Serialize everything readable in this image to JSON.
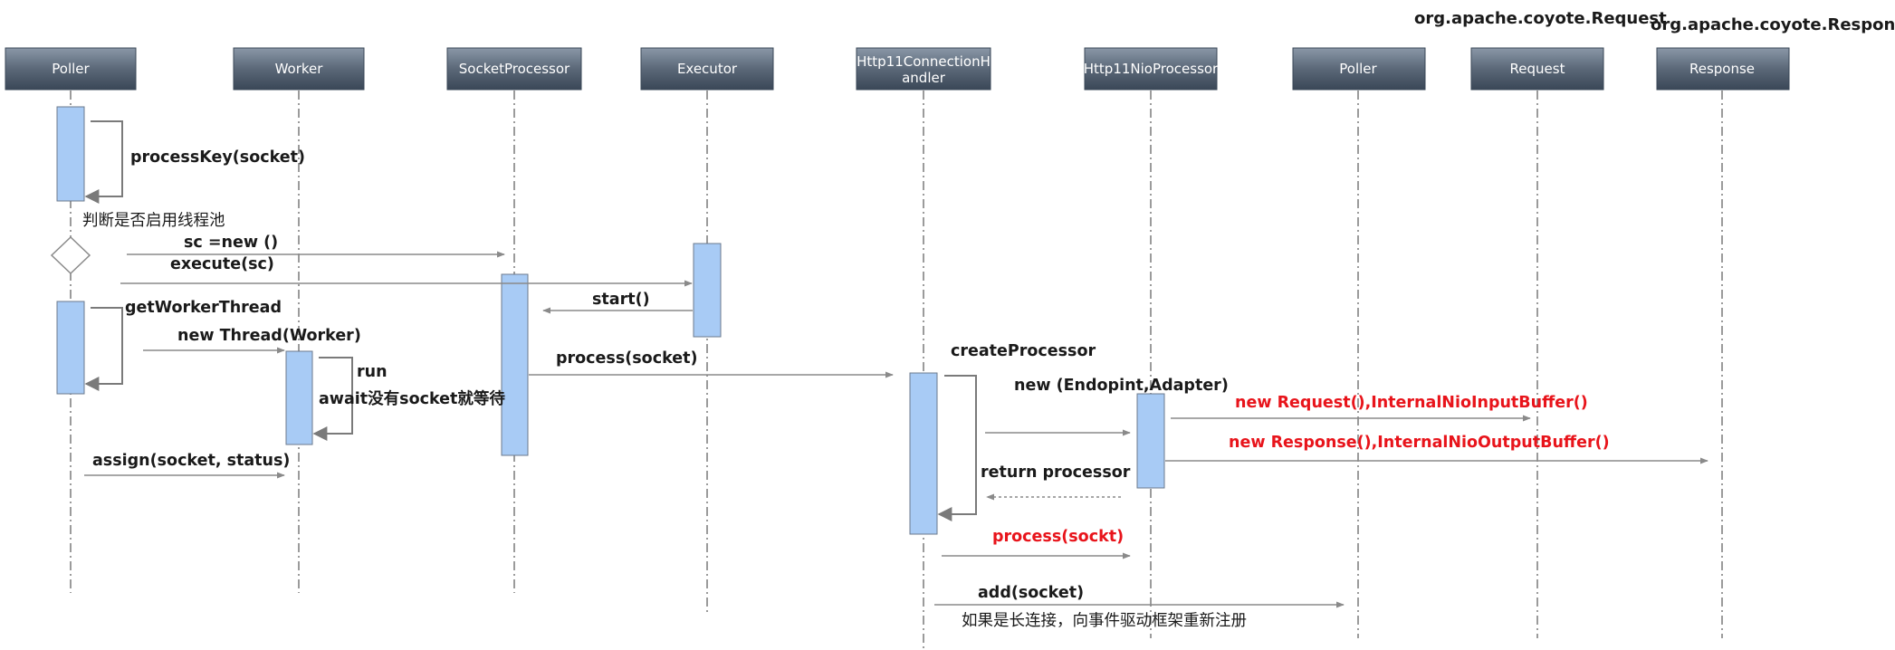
{
  "participants": [
    {
      "id": "poller1",
      "label": "Poller"
    },
    {
      "id": "worker",
      "label": "Worker"
    },
    {
      "id": "socketprocessor",
      "label": "SocketProcessor"
    },
    {
      "id": "executor",
      "label": "Executor"
    },
    {
      "id": "http11handler",
      "label_line1": "Http11ConnectionH",
      "label_line2": "andler"
    },
    {
      "id": "http11nioprocessor",
      "label": "Http11NioProcessor"
    },
    {
      "id": "poller2",
      "label": "Poller"
    },
    {
      "id": "request",
      "label": "Request"
    },
    {
      "id": "response",
      "label": "Response"
    }
  ],
  "external_labels": {
    "request": "org.apache.coyote.Request",
    "response": "org.apache.coyote.Response"
  },
  "messages": {
    "processKey": "processKey(socket)",
    "decide": "判断是否启用线程池",
    "sc_new": "sc =new ()",
    "execute": "execute(sc)",
    "start": "start()",
    "getWorkerThread": "getWorkerThread",
    "newThread": "new Thread(Worker)",
    "run": "run",
    "await": "await没有socket就等待",
    "process_socket": "process(socket)",
    "assign": "assign(socket, status)",
    "createProcessor": "createProcessor",
    "new_endpoint": "new (Endopint,Adapter)",
    "new_request": "new Request(),InternalNioInputBuffer()",
    "new_response": "new Response(),InternalNioOutputBuffer()",
    "return_processor": "return processor",
    "process_sockt": "process(sockt)",
    "add_socket": "add(socket)",
    "keepalive_note": "如果是长连接，向事件驱动框架重新注册"
  },
  "colors": {
    "header_top": "#7a8797",
    "header_bottom": "#3f4d5d",
    "activation": "#a8cbf5",
    "highlight_red": "#e8141b"
  }
}
